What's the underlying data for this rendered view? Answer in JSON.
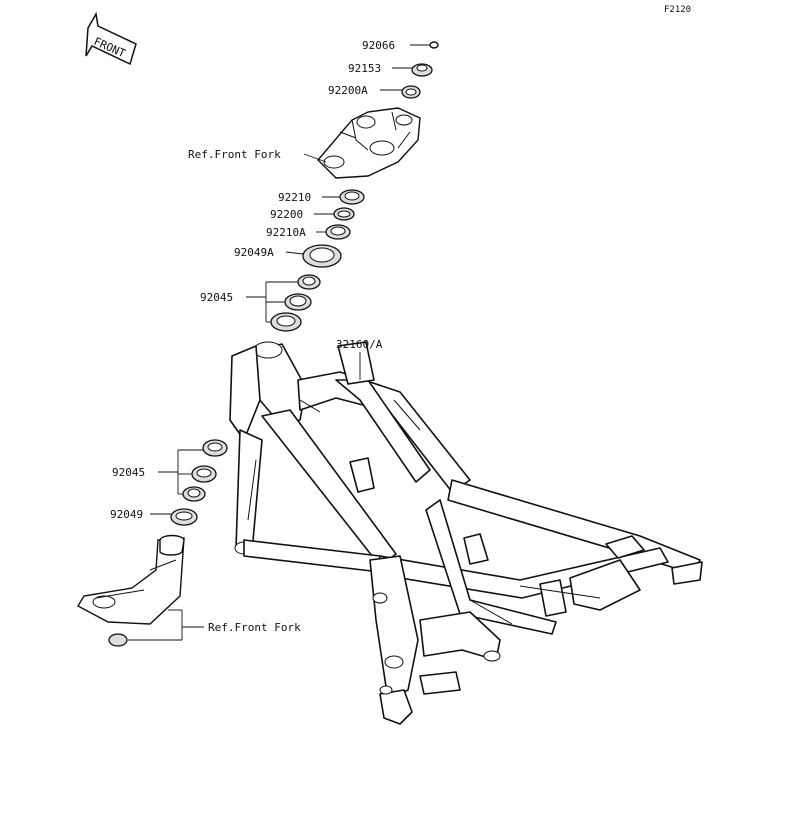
{
  "figure_code": "F2120",
  "front_arrow_label": "FRONT",
  "callouts": {
    "p92066": "92066",
    "p92153": "92153",
    "p92200A": "92200A",
    "ref_front_fork_upper": "Ref.Front Fork",
    "p92210": "92210",
    "p92200": "92200",
    "p92210A": "92210A",
    "p92049A": "92049A",
    "p92045_upper": "92045",
    "p32160A": "32160/A",
    "p92045_lower": "92045",
    "p92049": "92049",
    "ref_front_fork_lower": "Ref.Front Fork"
  }
}
